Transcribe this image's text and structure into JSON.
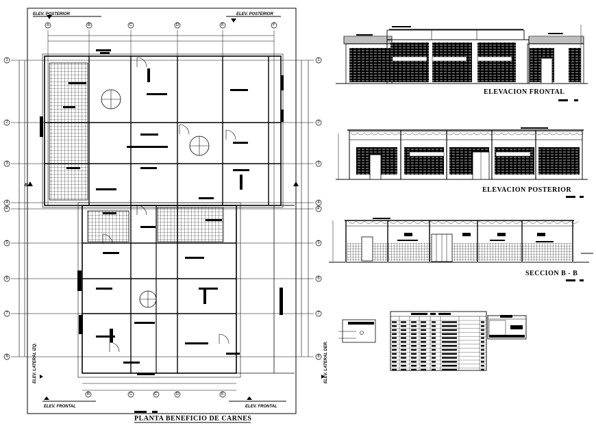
{
  "plan": {
    "title": "PLANTA  BENEFICIO DE CARNES",
    "elev_posterior_left": "ELEV. POSTERIOR",
    "elev_posterior_right": "ELEV.  POSTERIOR",
    "elev_frontal_left": "ELEV. FRONTAL",
    "elev_frontal_right": "ELEV. FRONTAL",
    "elev_lateral_left": "ELEV. LATERAL IZQ.",
    "elev_lateral_right": "ELEV. LATERAL DER.",
    "section_marker": "B",
    "column_axes": [
      "A",
      "B",
      "C",
      "D",
      "E",
      "F"
    ],
    "row_axes": [
      "1",
      "2",
      "3",
      "4",
      "4'",
      "5",
      "6",
      "7",
      "8"
    ],
    "bottom_axes": [
      "B",
      "C",
      "C'",
      "D",
      "E"
    ]
  },
  "elevations": {
    "frontal_title": "ELEVACION  FRONTAL",
    "posterior_title": "ELEVACION  POSTERIOR",
    "section_title": "SECCION  B - B"
  },
  "colors": {
    "ink": "#000000",
    "paper": "#ffffff"
  }
}
